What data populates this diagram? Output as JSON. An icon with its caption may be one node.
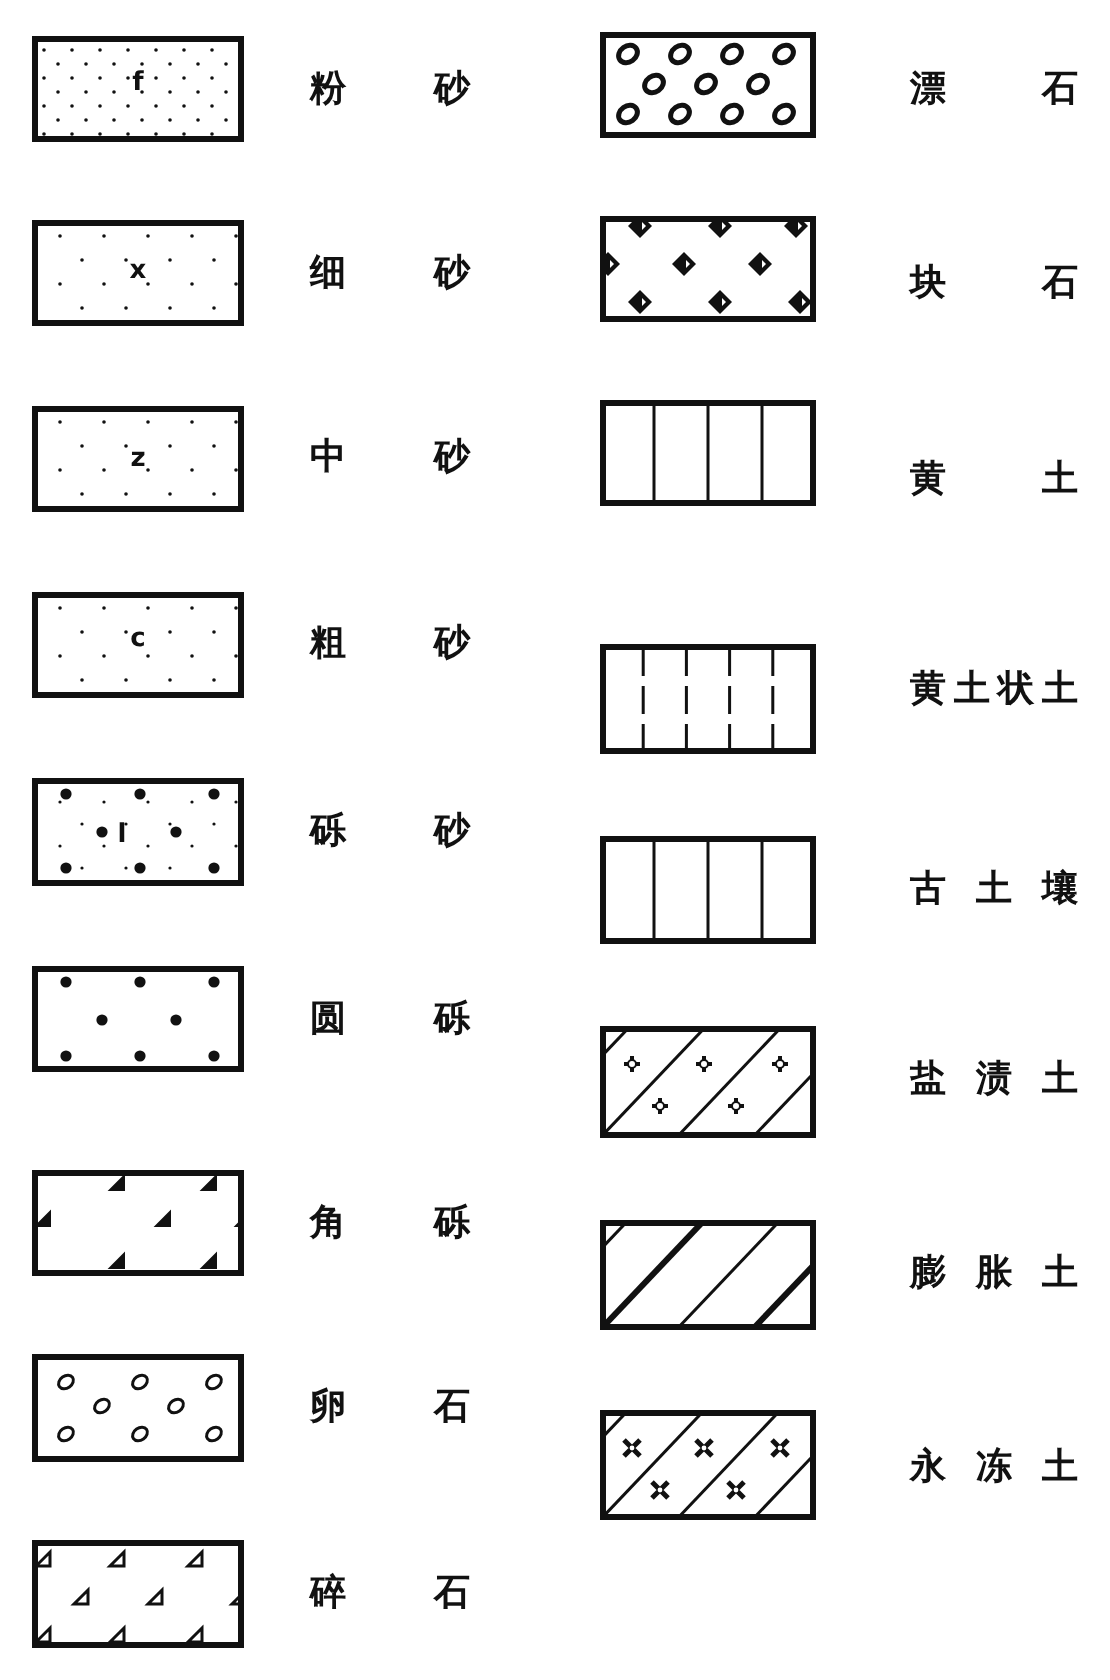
{
  "diagram": {
    "labels": [
      "f",
      "x",
      "z",
      "c",
      "l"
    ],
    "legend": [
      {
        "text": "粉 砂"
      },
      {
        "text": "细 砂"
      },
      {
        "text": "中 砂"
      },
      {
        "text": "粗 砂"
      },
      {
        "text": "砾 砂"
      },
      {
        "text": "圆 砾"
      },
      {
        "text": "角 砾"
      },
      {
        "text": "卵 石"
      },
      {
        "text": "碎 石"
      },
      {
        "text": "漂 石"
      },
      {
        "text": "块 石"
      },
      {
        "text": "黄 土"
      },
      {
        "text": "黄土状土"
      },
      {
        "text": "古 土 壤"
      },
      {
        "text": "盐 渍 土"
      },
      {
        "text": "膨 胀 土"
      },
      {
        "text": "永 冻 土"
      }
    ]
  }
}
